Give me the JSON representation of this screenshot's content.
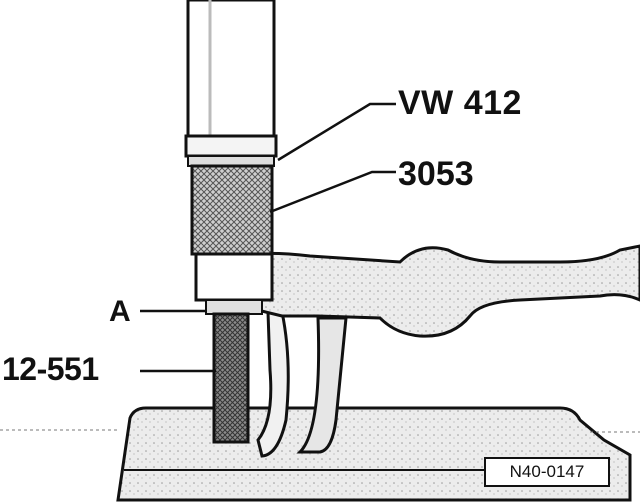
{
  "labels": {
    "vw412": "VW 412",
    "t3053": "3053",
    "a": "A",
    "t12_551": "12-551"
  },
  "figure_ref": "N40-0147"
}
